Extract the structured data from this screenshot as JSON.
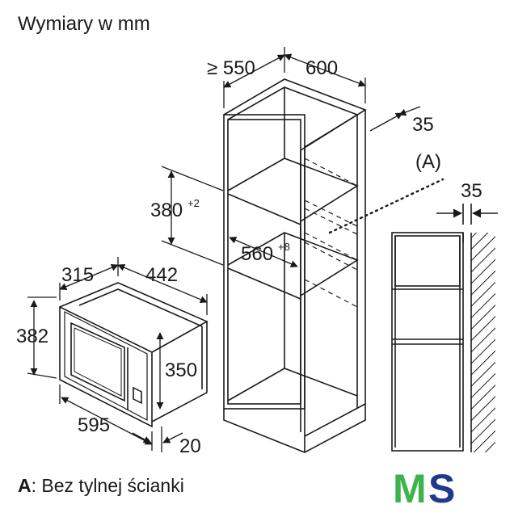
{
  "header": {
    "title": "Wymiary w mm"
  },
  "cabinet": {
    "depth_label": "≥ 550",
    "width_label": "600",
    "side_gap_label": "35",
    "niche_height_label": "380",
    "niche_height_tol": "+2",
    "niche_width_label": "560",
    "niche_width_tol": "+8",
    "detail_label": "(A)"
  },
  "detail_view": {
    "gap_label": "35"
  },
  "microwave": {
    "depth_label": "315",
    "width_label": "442",
    "height_label": "382",
    "inner_height_label": "350",
    "front_width_label": "595",
    "front_depth_label": "20"
  },
  "footer": {
    "note_key": "A",
    "note_text": ": Bez tylnej ścianki"
  },
  "logo": {
    "letters": "MS",
    "m_color": "#3cb44b",
    "s_color": "#1f3a8a"
  }
}
